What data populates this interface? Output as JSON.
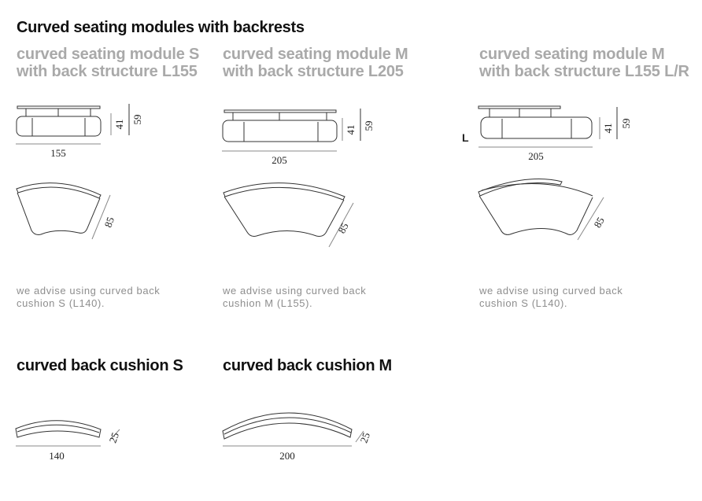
{
  "title": "Curved seating modules with backrests",
  "modules": [
    {
      "name_line1": "curved seating module S",
      "name_line2": "with back structure L155",
      "width": "155",
      "seat_height": "41",
      "height": "59",
      "depth": "85",
      "note_line1": "we advise using curved back",
      "note_line2": "cushion S (L140)."
    },
    {
      "name_line1": "curved seating module M",
      "name_line2": "with back structure L205",
      "width": "205",
      "seat_height": "41",
      "height": "59",
      "depth": "85",
      "note_line1": "we advise using curved back",
      "note_line2": "cushion M (L155)."
    },
    {
      "name_line1": "curved seating module M",
      "name_line2": "with back structure L155 L/R",
      "side_label": "L",
      "width": "205",
      "seat_height": "41",
      "height": "59",
      "depth": "85",
      "note_line1": "we advise using curved back",
      "note_line2": "cushion S (L140)."
    }
  ],
  "cushions": [
    {
      "title": "curved back cushion S",
      "width": "140",
      "depth": "25"
    },
    {
      "title": "curved back cushion M",
      "width": "200",
      "depth": "25"
    }
  ]
}
